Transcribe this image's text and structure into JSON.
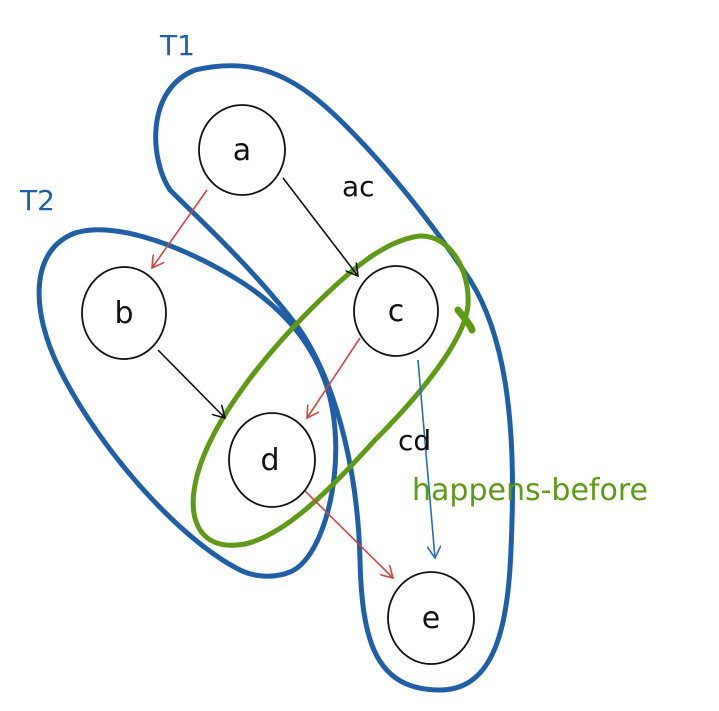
{
  "colors": {
    "thread": "#1f5fa8",
    "hb_region": "#5e9a16",
    "edge_black": "#111111",
    "edge_red": "#d04545",
    "edge_blue": "#2a6bb5",
    "node_stroke": "#111111"
  },
  "groups": {
    "t1": "T1",
    "t2": "T2",
    "hb": "happens-before"
  },
  "nodes": {
    "a": "a",
    "b": "b",
    "c": "c",
    "d": "d",
    "e": "e"
  },
  "edge_labels": {
    "ac": "ac",
    "cd": "cd"
  }
}
